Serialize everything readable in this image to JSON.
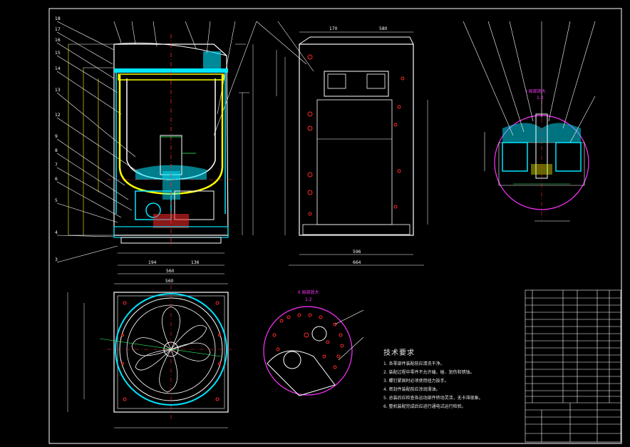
{
  "drawing": {
    "front_section": {
      "dims_bottom": [
        "194",
        "136"
      ],
      "dim_overall_width": "560"
    },
    "side_view": {
      "dims_top": [
        "170",
        "580"
      ],
      "dims_bottom": [
        "596",
        "664"
      ]
    },
    "top_view": {
      "dim_top": "560"
    },
    "detail_i": {
      "label": "I 局部放大",
      "scale": "1:2"
    },
    "detail_ii": {
      "label": "II 局部放大",
      "scale": "1:2"
    }
  },
  "technical_requirements": {
    "title": "技术要求",
    "items": [
      "1. 各零部件装配前应清洗干净。",
      "2. 装配过程中零件不允许磕、碰、划伤和锈蚀。",
      "3. 螺钉紧固时必须使用扭力扳手。",
      "4. 密封件装配前应涂润滑油。",
      "5. 总装后应检查各运动部件转动灵活，无卡滞现象。",
      "6. 整机装配完成后应进行通电试运行检验。"
    ]
  },
  "colors": {
    "background": "#000000",
    "outline": "#ffffff",
    "cyan": "#00e5ff",
    "yellow": "#ffff00",
    "red": "#ff2a2a",
    "magenta": "#ff33ff",
    "green": "#33ff66",
    "blue": "#3a6bff"
  }
}
